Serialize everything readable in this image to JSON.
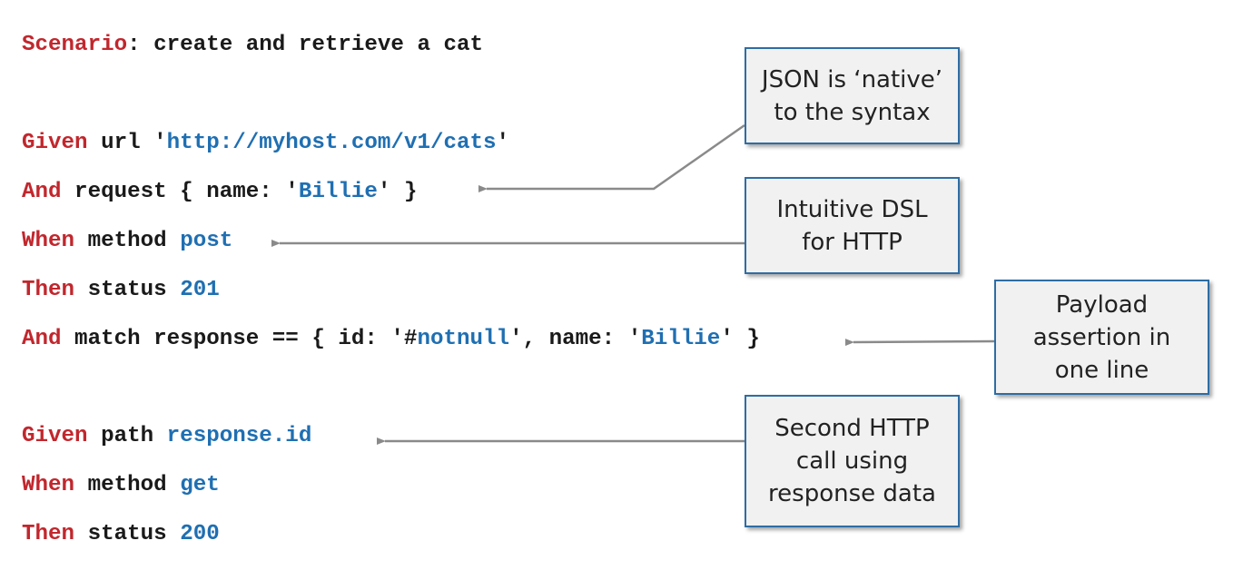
{
  "code_lines": [
    {
      "id": "scenario",
      "parts": [
        {
          "t": "Scenario",
          "c": "kw"
        },
        {
          "t": ": create and retrieve a cat",
          "c": "txt"
        }
      ]
    },
    {
      "id": "given-url",
      "parts": [
        {
          "t": "Given",
          "c": "kw"
        },
        {
          "t": " url '",
          "c": "txt"
        },
        {
          "t": "http://myhost.com/v1/cats",
          "c": "val"
        },
        {
          "t": "'",
          "c": "txt"
        }
      ]
    },
    {
      "id": "and-request",
      "parts": [
        {
          "t": "And",
          "c": "kw"
        },
        {
          "t": " request { name: '",
          "c": "txt"
        },
        {
          "t": "Billie",
          "c": "val"
        },
        {
          "t": "' }",
          "c": "txt"
        }
      ]
    },
    {
      "id": "when-post",
      "parts": [
        {
          "t": "When",
          "c": "kw"
        },
        {
          "t": " method ",
          "c": "txt"
        },
        {
          "t": "post",
          "c": "val"
        }
      ]
    },
    {
      "id": "then-201",
      "parts": [
        {
          "t": "Then",
          "c": "kw"
        },
        {
          "t": " status ",
          "c": "txt"
        },
        {
          "t": "201",
          "c": "val"
        }
      ]
    },
    {
      "id": "and-match",
      "parts": [
        {
          "t": "And",
          "c": "kw"
        },
        {
          "t": " match response == { id: '#",
          "c": "txt"
        },
        {
          "t": "notnull",
          "c": "val"
        },
        {
          "t": "', name: '",
          "c": "txt"
        },
        {
          "t": "Billie",
          "c": "val"
        },
        {
          "t": "' }",
          "c": "txt"
        }
      ]
    },
    {
      "id": "given-path",
      "parts": [
        {
          "t": "Given",
          "c": "kw"
        },
        {
          "t": " path ",
          "c": "txt"
        },
        {
          "t": "response.id",
          "c": "val"
        }
      ]
    },
    {
      "id": "when-get",
      "parts": [
        {
          "t": "When",
          "c": "kw"
        },
        {
          "t": " method ",
          "c": "txt"
        },
        {
          "t": "get",
          "c": "val"
        }
      ]
    },
    {
      "id": "then-200",
      "parts": [
        {
          "t": "Then",
          "c": "kw"
        },
        {
          "t": " status ",
          "c": "txt"
        },
        {
          "t": "200",
          "c": "val"
        }
      ]
    }
  ],
  "callouts": [
    {
      "id": "json-native",
      "lines": [
        "JSON is ‘native’",
        "to the syntax"
      ]
    },
    {
      "id": "intuitive-dsl",
      "lines": [
        "Intuitive DSL",
        "for HTTP"
      ]
    },
    {
      "id": "payload-assertion",
      "lines": [
        "Payload",
        "assertion in",
        "one line"
      ]
    },
    {
      "id": "second-call",
      "lines": [
        "Second HTTP",
        "call using",
        "response data"
      ]
    }
  ],
  "colors": {
    "keyword": "#c1272d",
    "value": "#1f6fb2",
    "text": "#1a1a1a",
    "callout_border": "#2e6da4",
    "callout_fill": "#f1f1f1",
    "arrow": "#8a8a8a"
  }
}
